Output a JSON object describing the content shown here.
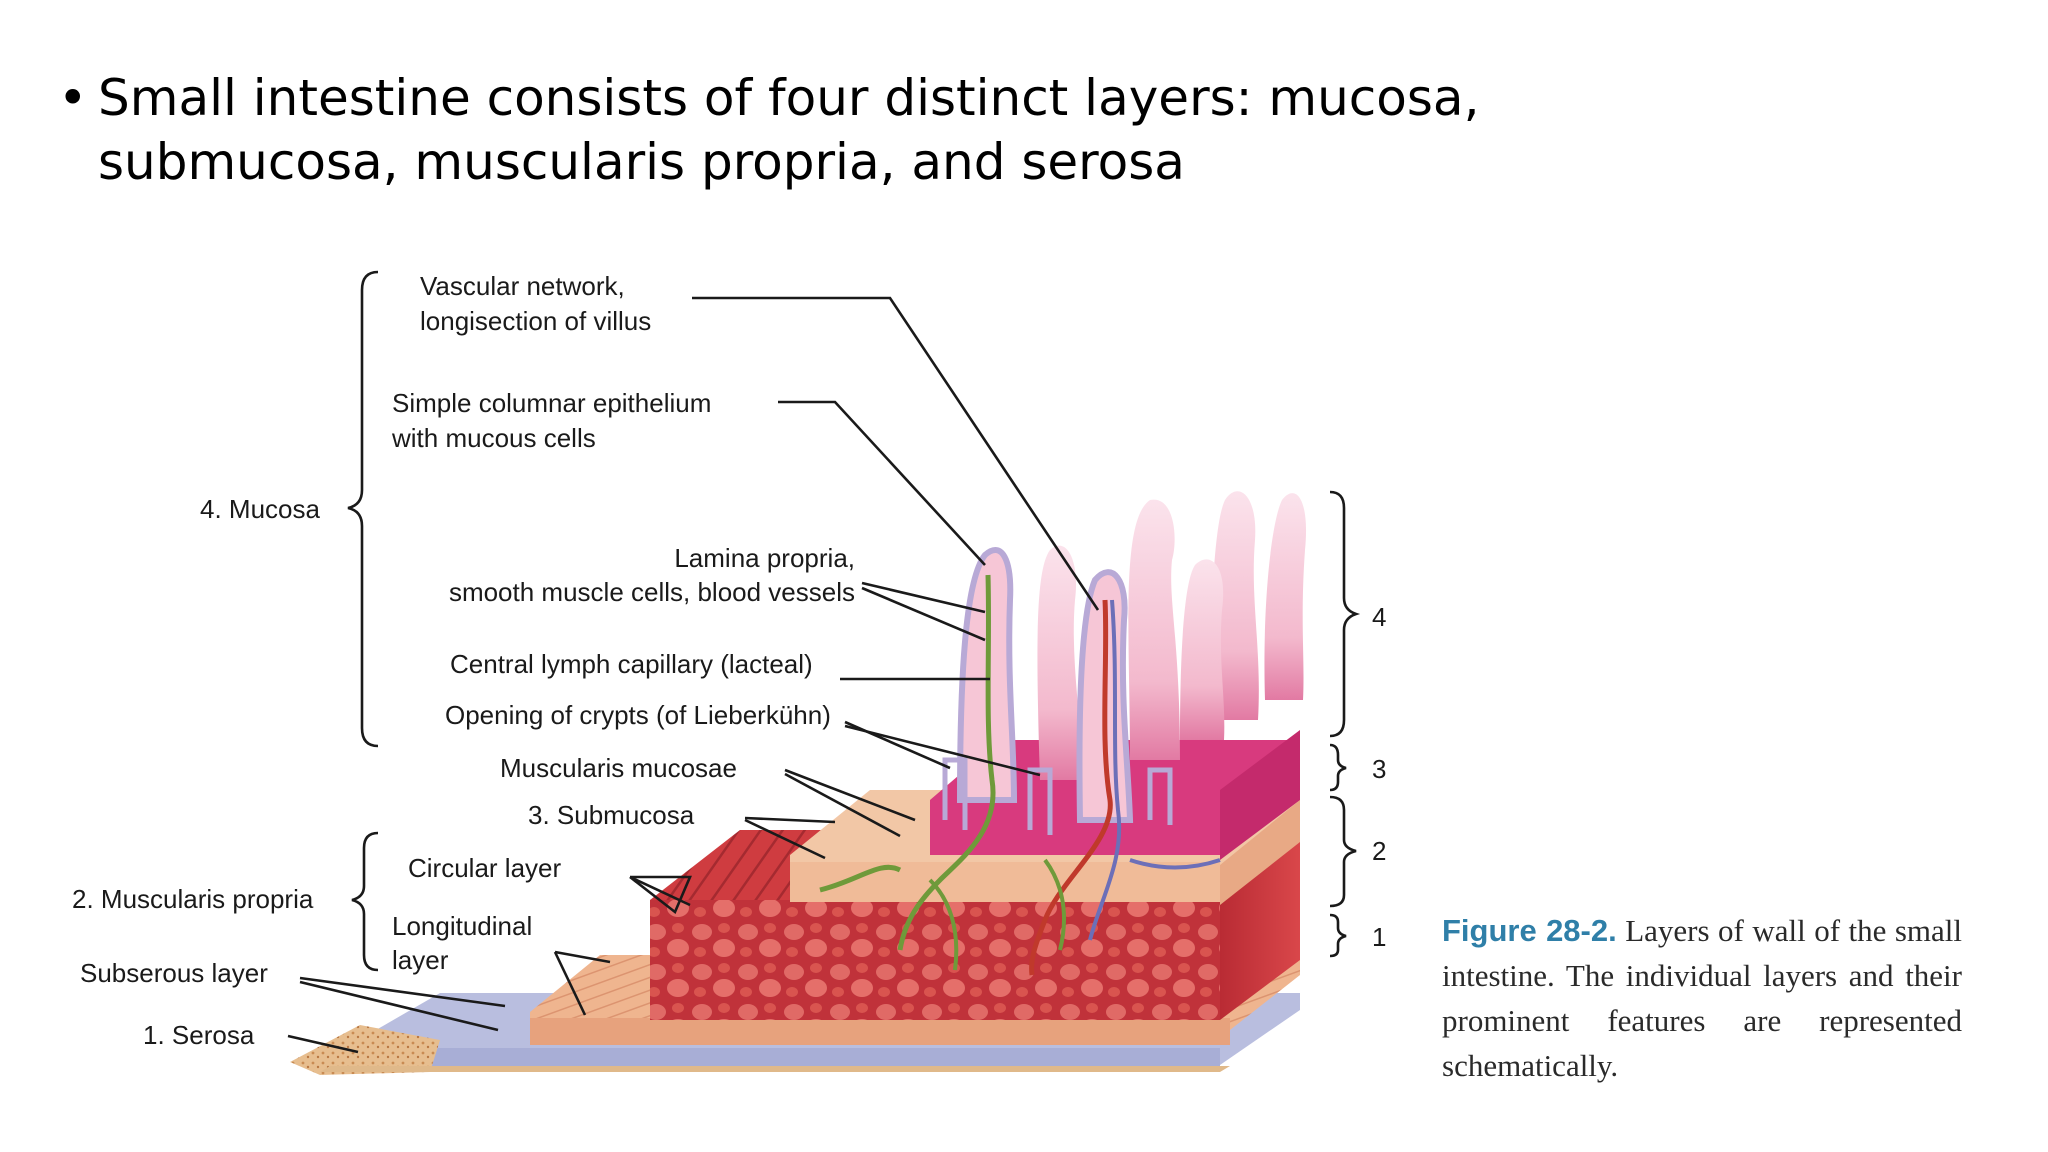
{
  "slide": {
    "bullet_symbol": "•",
    "bullet_text": "Small intestine consists of four distinct layers: mucosa, submucosa, muscularis propria, and serosa"
  },
  "figure": {
    "labels": {
      "vascular_network_1": "Vascular network,",
      "vascular_network_2": "longisection of villus",
      "epithelium_1": "Simple columnar epithelium",
      "epithelium_2": "with mucous cells",
      "mucosa": "4. Mucosa",
      "lamina_propria_1": "Lamina propria,",
      "lamina_propria_2": "smooth muscle cells, blood vessels",
      "central_lymph": "Central lymph capillary (lacteal)",
      "crypts": "Opening of crypts (of Lieberkühn)",
      "muscularis_mucosae": "Muscularis mucosae",
      "submucosa": "3. Submucosa",
      "circular_layer": "Circular layer",
      "muscularis_propria": "2. Muscularis propria",
      "longitudinal_1": "Longitudinal",
      "longitudinal_2": "layer",
      "subserous": "Subserous layer",
      "serosa": "1. Serosa"
    },
    "right_numbers": [
      "4",
      "3",
      "2",
      "1"
    ],
    "colors": {
      "villus_pink": "#f6c6d6",
      "mucosa_magenta": "#d83a7e",
      "submucosa_tan": "#f2c7a6",
      "muscle_red": "#c8363a",
      "serosa_lavender": "#b9bedf",
      "subserous_tan": "#e6b98c",
      "vessel_green": "#6f9a3a",
      "caption_blue": "#2f7fa8"
    }
  },
  "caption": {
    "figure_number": "Figure 28-2.",
    "text": "Layers of wall of the small intestine. The individual layers and their prominent features are represented schematically."
  }
}
